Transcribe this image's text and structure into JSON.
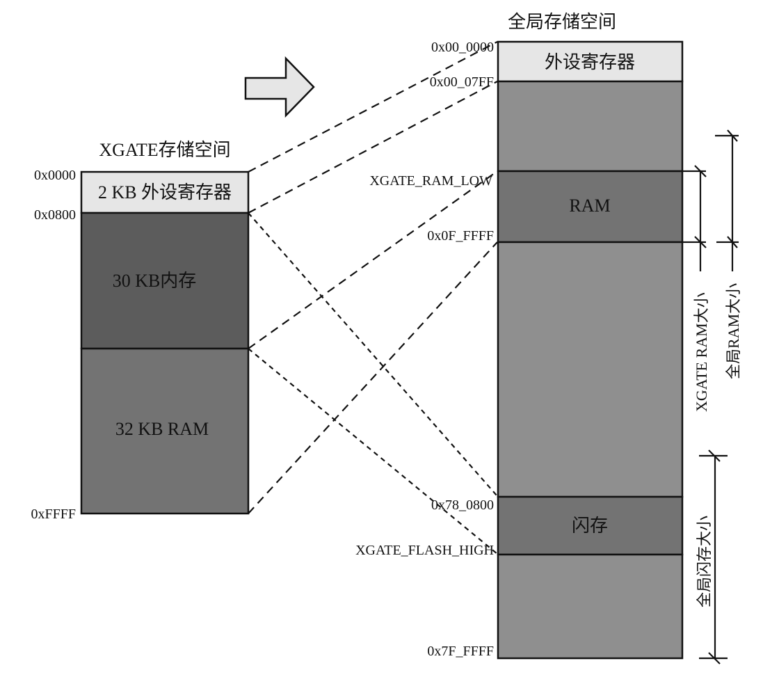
{
  "xgate_space": {
    "title": "XGATE存储空间",
    "addresses": [
      "0x0000",
      "0x0800",
      "0xFFFF"
    ],
    "blocks": [
      {
        "label": "2 KB 外设寄存器",
        "color": "#e6e6e6"
      },
      {
        "label": "30 KB内存",
        "color": "#5c5c5c"
      },
      {
        "label": "32 KB RAM",
        "color": "#737373"
      }
    ]
  },
  "global_space": {
    "title": "全局存储空间",
    "addresses": [
      "0x00_0000",
      "0x00_07FF",
      "XGATE_RAM_LOW",
      "0x0F_FFFF",
      "0x78_0800",
      "XGATE_FLASH_HIGH",
      "0x7F_FFFF"
    ],
    "blocks": [
      {
        "label": "外设寄存器",
        "color": "#e6e6e6"
      },
      {
        "label": "",
        "color": "#8f8f8f"
      },
      {
        "label": "RAM",
        "color": "#737373"
      },
      {
        "label": "",
        "color": "#8f8f8f"
      },
      {
        "label": "闪存",
        "color": "#737373"
      },
      {
        "label": "",
        "color": "#8f8f8f"
      }
    ]
  },
  "dimensions": {
    "xgate_ram_size": "XGATE RAM大小",
    "global_ram_size": "全局RAM大小",
    "global_flash_size": "全局闪存大小"
  },
  "arrow": {
    "icon": "right-arrow-icon",
    "fill": "#e6e6e6"
  }
}
